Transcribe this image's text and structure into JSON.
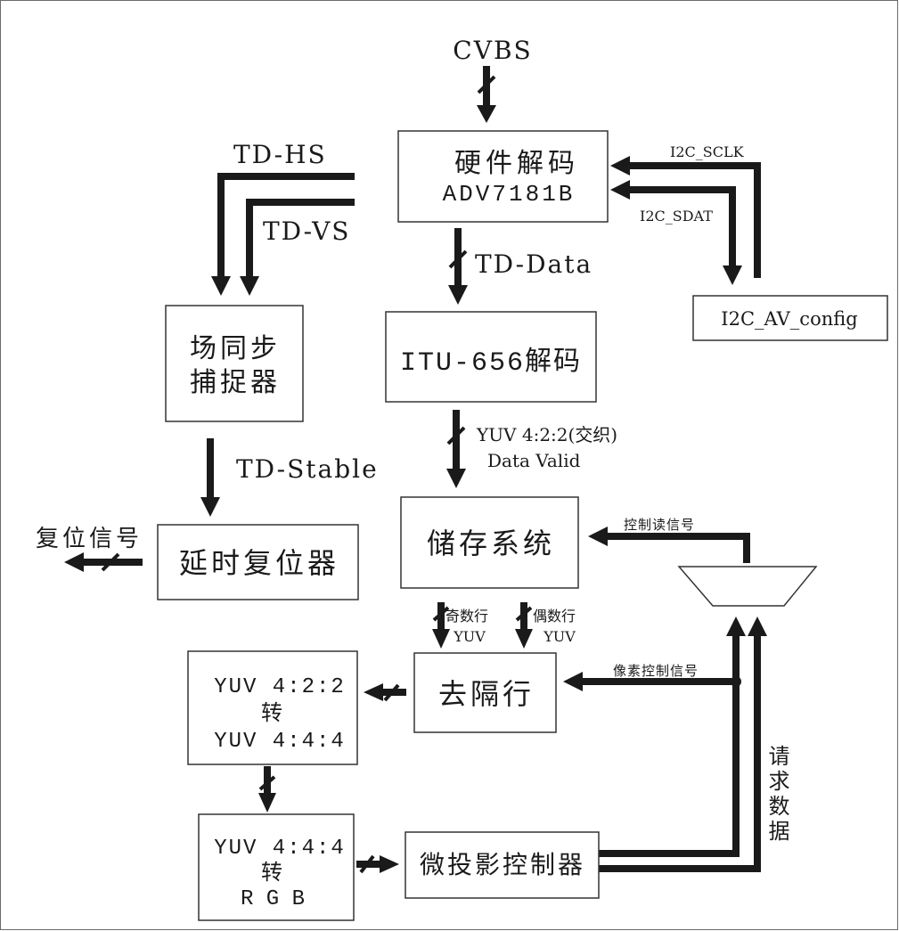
{
  "signals": {
    "cvbs": "CVBS",
    "td_hs": "TD-HS",
    "td_vs": "TD-VS",
    "td_data": "TD-Data",
    "td_stable": "TD-Stable",
    "i2c_sclk": "I2C_SCLK",
    "i2c_sdat": "I2C_SDAT",
    "yuv422_interlaced": "YUV 4:2:2(交织)",
    "data_valid": "Data Valid",
    "reset_signal": "复位信号",
    "control_read": "控制读信号",
    "odd_rows": "奇数行",
    "odd_rows_yuv": "YUV",
    "even_rows": "偶数行",
    "even_rows_yuv": "YUV",
    "pixel_control": "像素控制信号",
    "request_data": "请求数据"
  },
  "blocks": {
    "hw_decoder": {
      "line1": "硬件解码",
      "line2": "ADV7181B"
    },
    "i2c_config": {
      "label": "I2C_AV_config"
    },
    "field_sync": {
      "line1": "场同步",
      "line2": "捕捉器"
    },
    "itu656": {
      "label": "ITU-656解码"
    },
    "delay_reset": {
      "label": "延时复位器"
    },
    "storage": {
      "label": "储存系统"
    },
    "deinterlace": {
      "label": "去隔行"
    },
    "yuv422_to_444": {
      "line1": "YUV 4:2:2",
      "line2": "转",
      "line3": "YUV 4:4:4"
    },
    "yuv444_to_rgb": {
      "line1": "YUV 4:4:4",
      "line2": "转",
      "line3": "R G B"
    },
    "projector_ctrl": {
      "label": "微投影控制器"
    }
  },
  "colors": {
    "line": "#1a1a1a",
    "box_border": "#333333",
    "background": "#ffffff"
  }
}
